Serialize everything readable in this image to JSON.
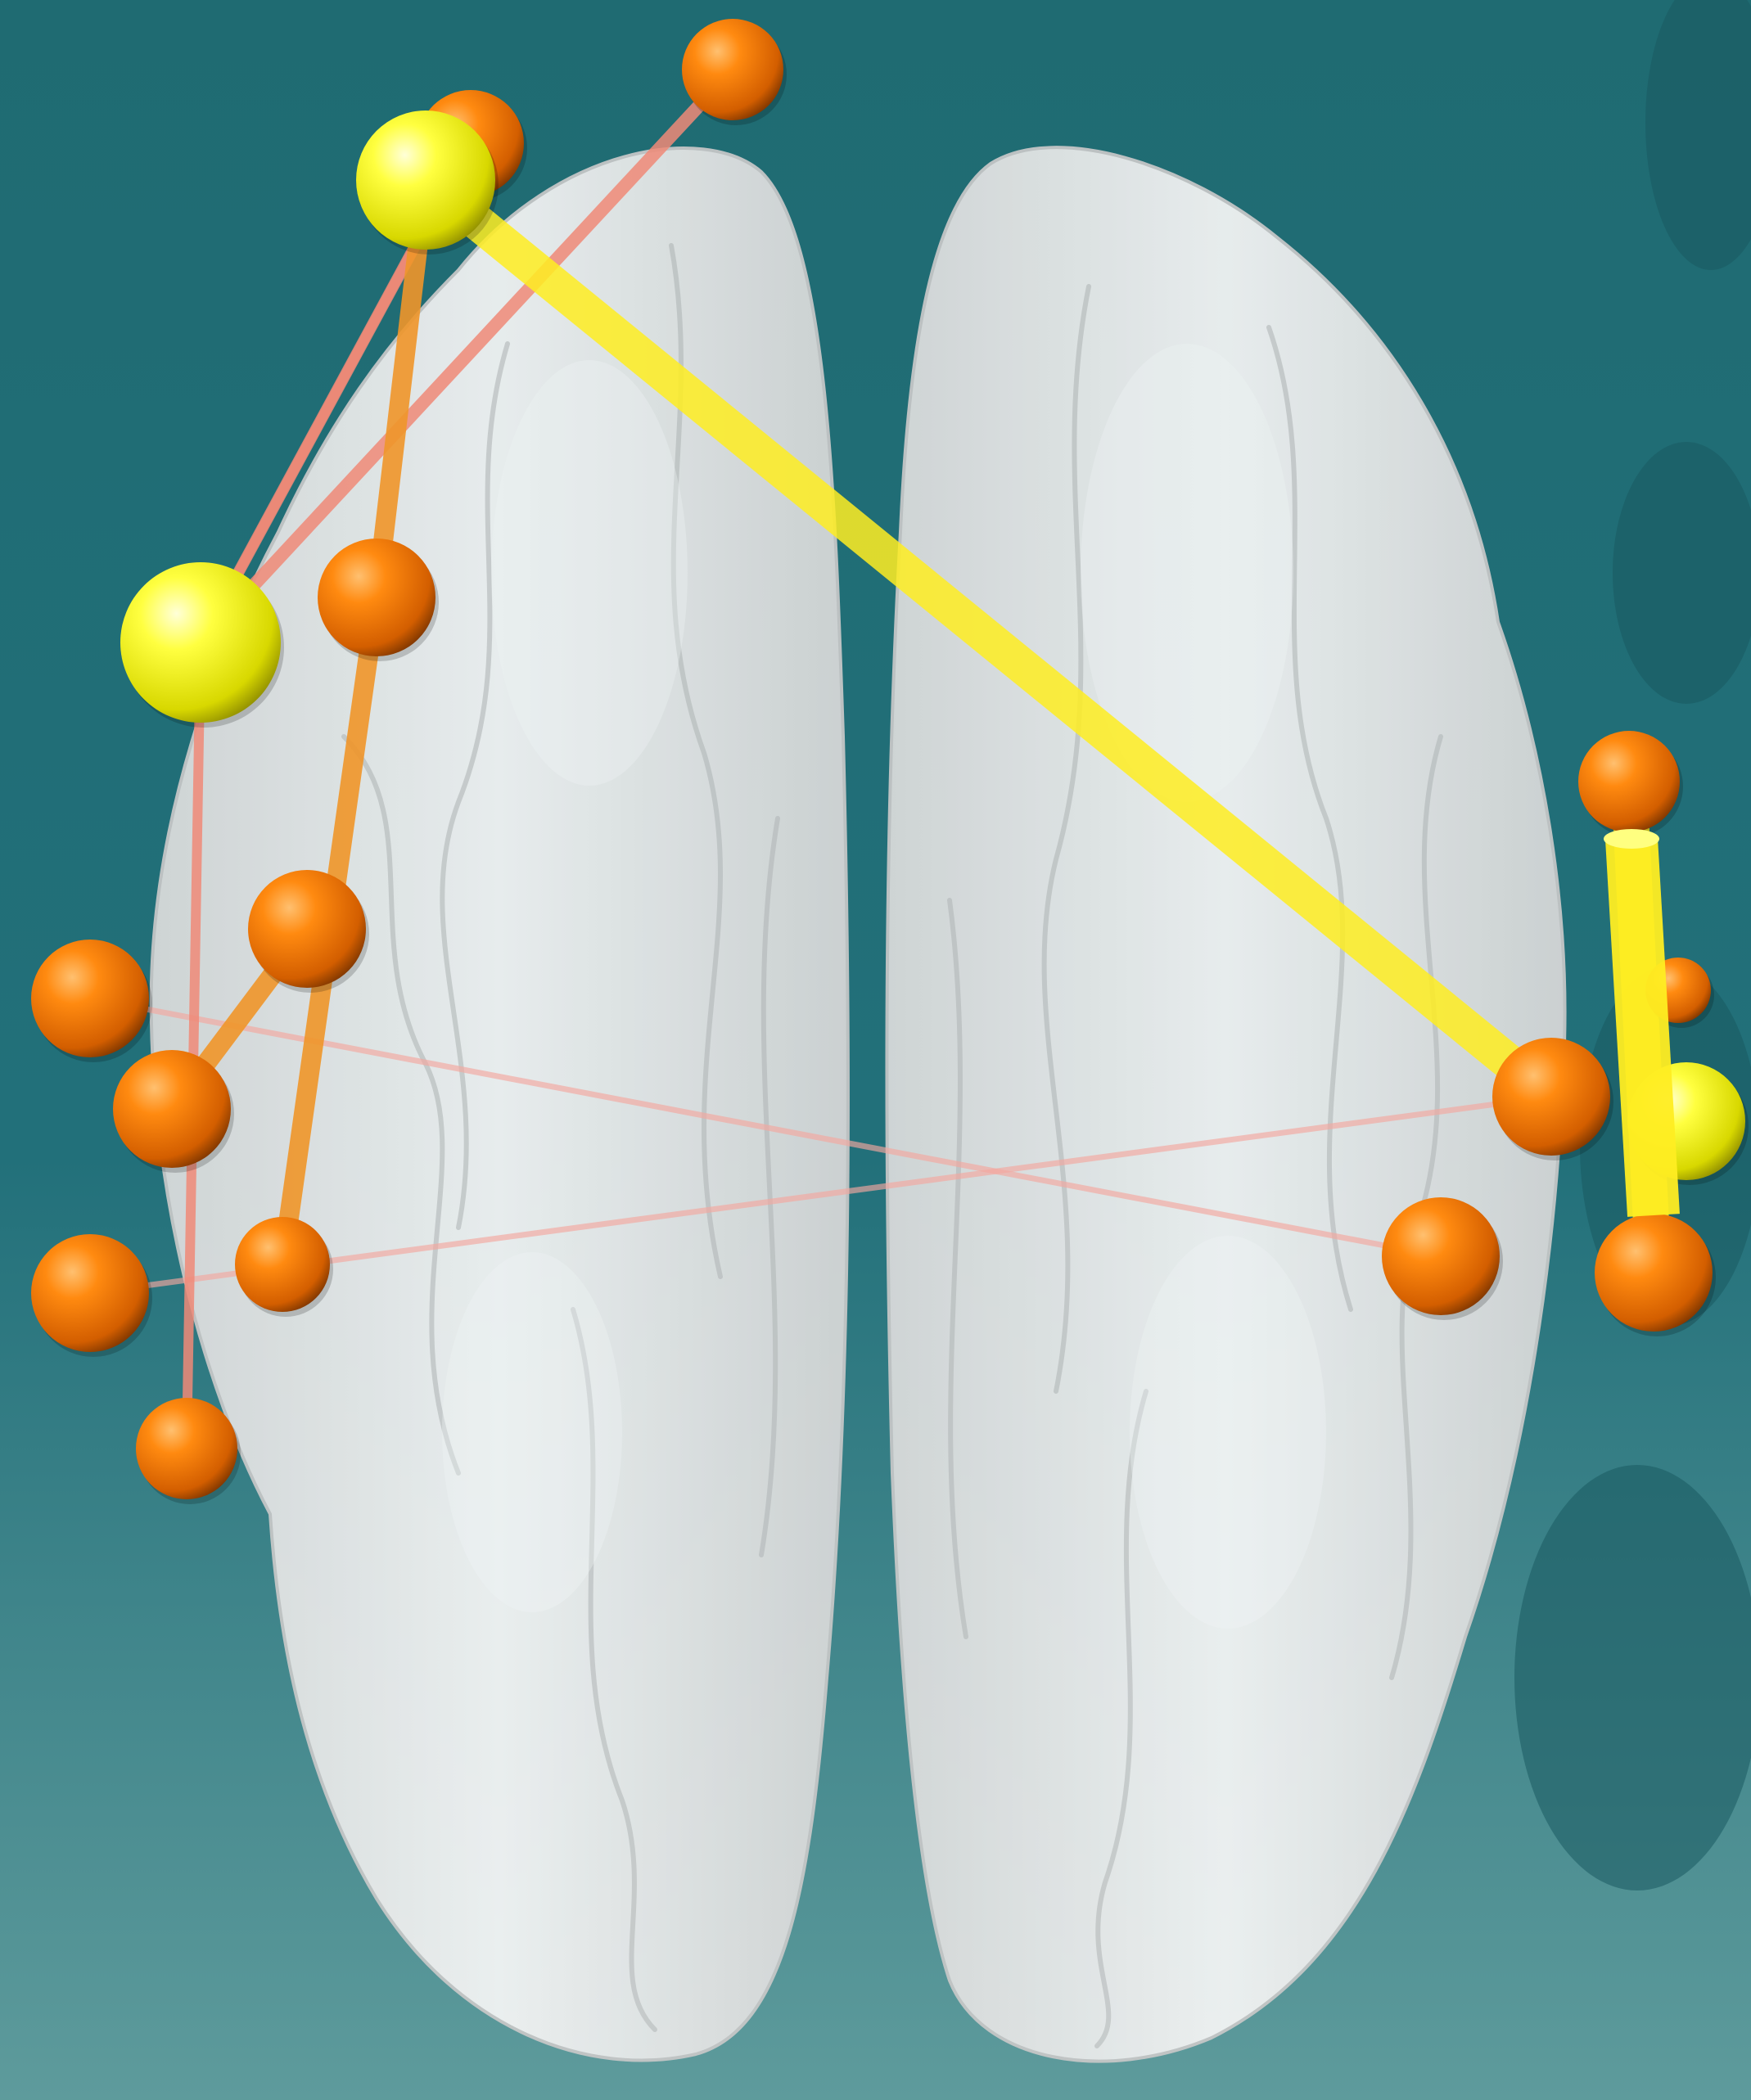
{
  "diagram": {
    "title": "",
    "colors": {
      "background": "#1f6b72",
      "background_light": "#5e9b9c",
      "brain": "#f2f2f2",
      "node_hub": "#ffff1a",
      "node": "#ff7f00",
      "edge_strong": "#ffee22",
      "edge_medium": "#f0962a",
      "edge_weak": "#f08a78",
      "edge_faint": "#f4a8a0"
    },
    "nodes": [
      {
        "id": "n1",
        "kind": "node"
      },
      {
        "id": "n2",
        "kind": "node"
      },
      {
        "id": "h1",
        "kind": "hub"
      },
      {
        "id": "h2",
        "kind": "hub"
      },
      {
        "id": "n3",
        "kind": "node"
      },
      {
        "id": "n4",
        "kind": "node"
      },
      {
        "id": "n5",
        "kind": "node"
      },
      {
        "id": "n6",
        "kind": "node"
      },
      {
        "id": "n7",
        "kind": "node"
      },
      {
        "id": "n8",
        "kind": "node"
      },
      {
        "id": "n9",
        "kind": "node"
      },
      {
        "id": "n10",
        "kind": "node"
      },
      {
        "id": "n11",
        "kind": "node"
      },
      {
        "id": "n12",
        "kind": "node"
      },
      {
        "id": "n13",
        "kind": "node"
      },
      {
        "id": "n14",
        "kind": "node"
      },
      {
        "id": "h3",
        "kind": "hub"
      }
    ],
    "edges": [
      {
        "from": "h1",
        "to": "n11",
        "strength": "strong"
      },
      {
        "from": "n10",
        "to": "n14",
        "strength": "strong"
      },
      {
        "from": "h1",
        "to": "n3",
        "strength": "medium"
      },
      {
        "from": "n3",
        "to": "n8",
        "strength": "medium"
      },
      {
        "from": "n4",
        "to": "n6",
        "strength": "medium"
      },
      {
        "from": "n2",
        "to": "h2",
        "strength": "weak"
      },
      {
        "from": "h2",
        "to": "n9",
        "strength": "weak"
      },
      {
        "from": "n5",
        "to": "n12",
        "strength": "faint"
      },
      {
        "from": "n7",
        "to": "n11",
        "strength": "faint"
      }
    ]
  }
}
